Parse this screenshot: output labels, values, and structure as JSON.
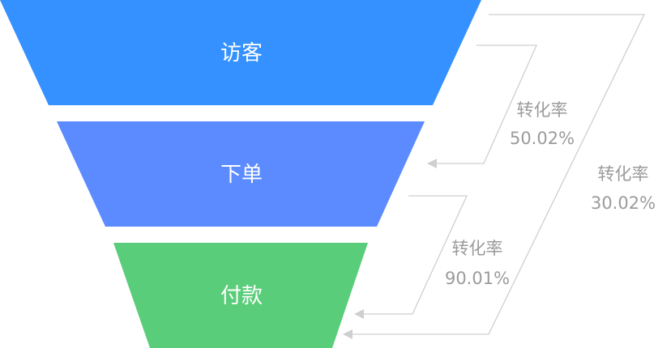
{
  "chart_data": {
    "type": "funnel",
    "stages": [
      {
        "name": "访客",
        "color": "#3591FF"
      },
      {
        "name": "下单",
        "color": "#5B8BFF"
      },
      {
        "name": "付款",
        "color": "#5ACD7A"
      }
    ],
    "conversions": [
      {
        "from": "访客",
        "to": "下单",
        "label": "转化率",
        "value": "50.02%"
      },
      {
        "from": "下单",
        "to": "付款",
        "label": "转化率",
        "value": "90.01%"
      },
      {
        "from": "访客",
        "to": "付款",
        "label": "转化率",
        "value": "30.02%"
      }
    ],
    "connector_color": "#cfcfcf"
  }
}
